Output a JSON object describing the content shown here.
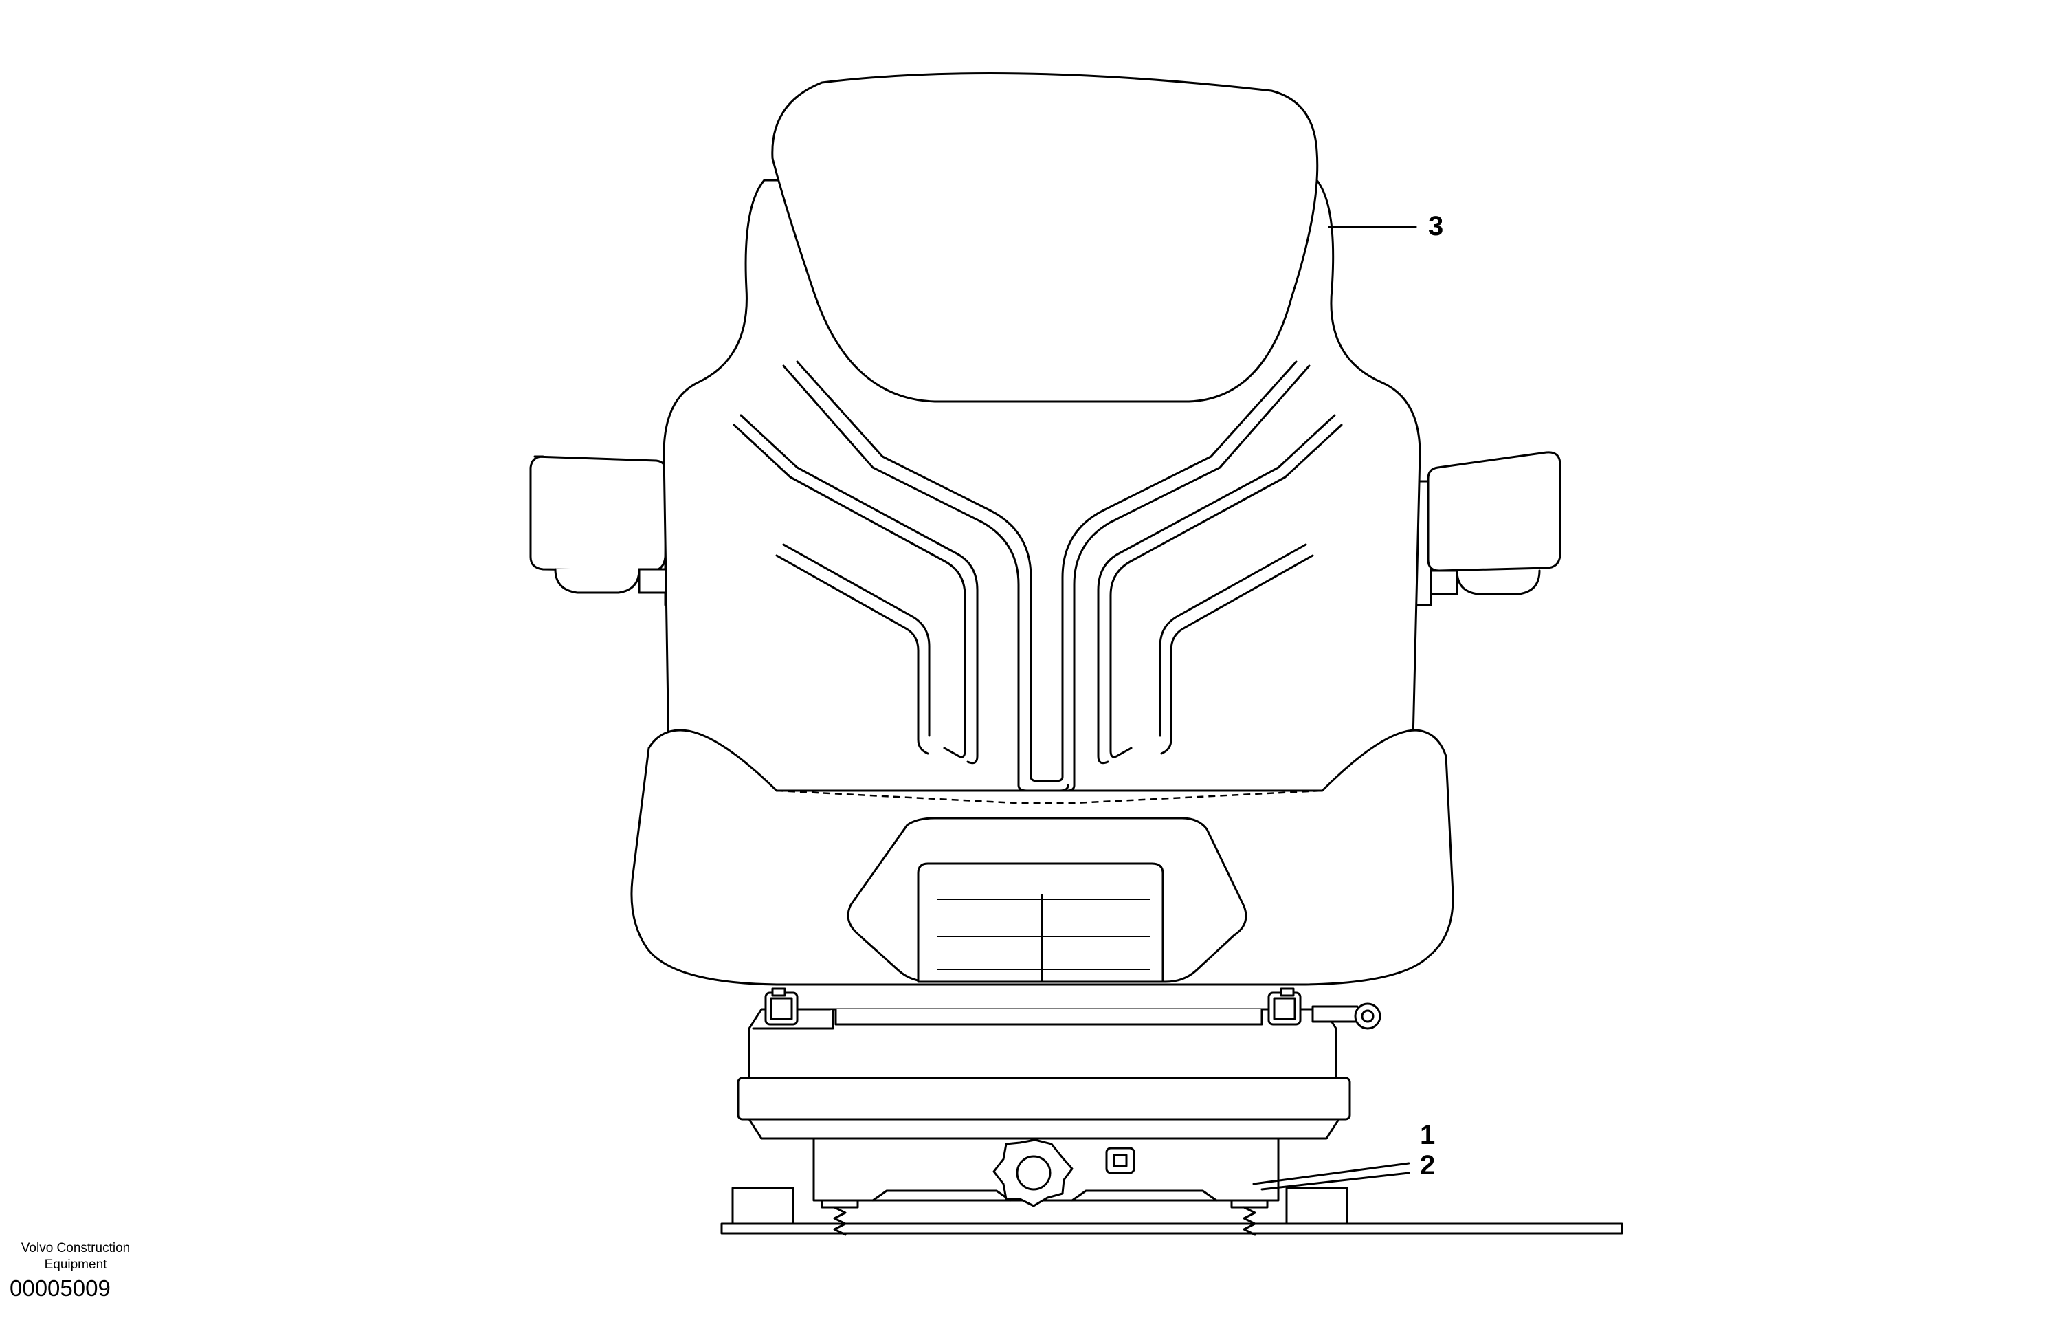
{
  "callouts": [
    {
      "id": "1",
      "label": "1"
    },
    {
      "id": "2",
      "label": "2"
    },
    {
      "id": "3",
      "label": "3"
    }
  ],
  "credit": {
    "company": "Volvo Construction Equipment",
    "illustration_number": "00005009"
  }
}
